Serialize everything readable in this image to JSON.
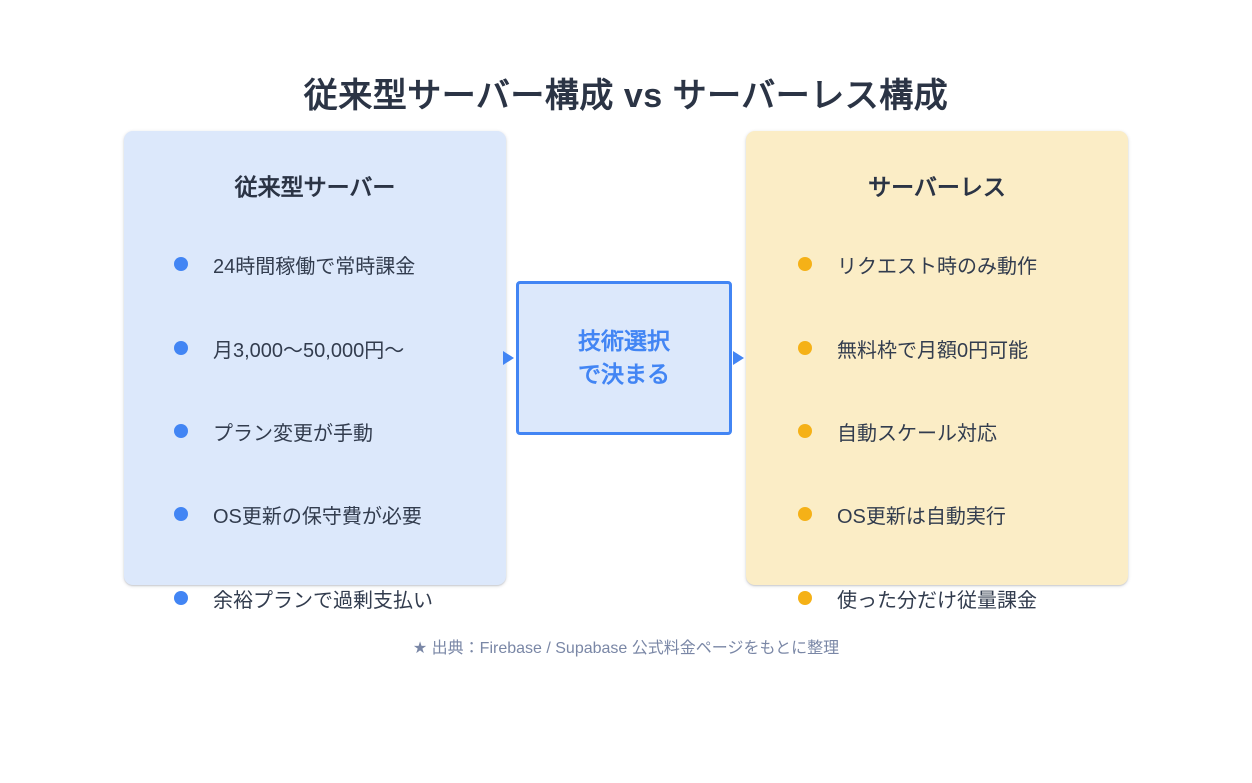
{
  "title": "従来型サーバー構成 vs サーバーレス構成",
  "colors": {
    "title_text": "#2B3445",
    "left_panel_bg": "#DCE8FB",
    "right_panel_bg": "#FBEDC6",
    "left_bullet": "#4285F4",
    "right_bullet": "#F5B117",
    "center_accent": "#4285F4",
    "body_text": "#323C4E",
    "footer_text": "#7A87A6"
  },
  "left_panel": {
    "heading": "従来型サーバー",
    "bullet_icon": "dot-icon",
    "items": [
      "24時間稼働で常時課金",
      "月3,000〜50,000円〜",
      "プラン変更が手動",
      "OS更新の保守費が必要",
      "余裕プランで過剰支払い"
    ]
  },
  "right_panel": {
    "heading": "サーバーレス",
    "bullet_icon": "dot-icon",
    "items": [
      "リクエスト時のみ動作",
      "無料枠で月額0円可能",
      "自動スケール対応",
      "OS更新は自動実行",
      "使った分だけ従量課金"
    ]
  },
  "center_box": {
    "line1": "技術選択",
    "line2": "で決まる",
    "left_arrow_icon": "arrow-right-triangle-icon",
    "right_arrow_icon": "arrow-right-triangle-icon"
  },
  "footer": {
    "star_icon": "★",
    "text": "出典：Firebase / Supabase 公式料金ページをもとに整理",
    "full": "★ 出典：Firebase / Supabase 公式料金ページをもとに整理"
  }
}
